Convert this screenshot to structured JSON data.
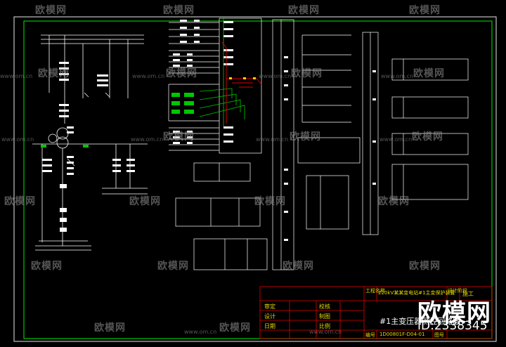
{
  "watermark": {
    "logo": "欧模网",
    "url": "www.om.cn"
  },
  "brand": {
    "name": "欧模网",
    "id": "ID:2338345"
  },
  "title_block": {
    "project_label": "工程名称",
    "project_value": "220kV某某变电站#1主变保护装置",
    "design_stage_label": "设计阶段",
    "design_stage_value": "施工",
    "review_label": "审定",
    "check_label": "校核",
    "design_label": "设计",
    "draw_label": "制图",
    "date_label": "日期",
    "scale_label": "比例",
    "drawing_title": "#1主变压器测控回路图",
    "drawing_no_label": "图号",
    "drawing_no": "1D00801F-D04-01",
    "number_label": "编号"
  }
}
